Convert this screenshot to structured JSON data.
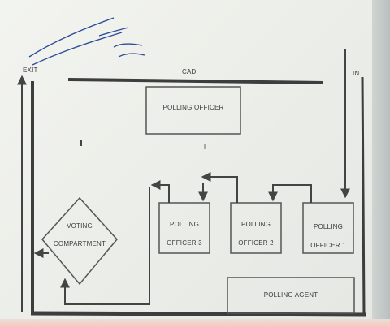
{
  "labels": {
    "exit": "EXIT",
    "in": "IN",
    "cad": "CAD",
    "polling_officer_box": "POLLING OFFICER",
    "voting_compartment_line1": "VOTING",
    "voting_compartment_line2": "COMPARTMENT",
    "polling_officer_3_line1": "POLLING",
    "polling_officer_3_line2": "OFFICER 3",
    "polling_officer_2_line1": "POLLING",
    "polling_officer_2_line2": "OFFICER 2",
    "polling_officer_1_line1": "POLLING",
    "polling_officer_1_line2": "OFFICER 1",
    "polling_agent": "POLLING AGENT"
  },
  "annotation": {
    "line1": "",
    "line2": "",
    "line3": "",
    "initials": ""
  },
  "colors": {
    "ink": "#444444",
    "heavy_ink": "#3d3d3d",
    "handwriting": "#2f4e9a"
  }
}
